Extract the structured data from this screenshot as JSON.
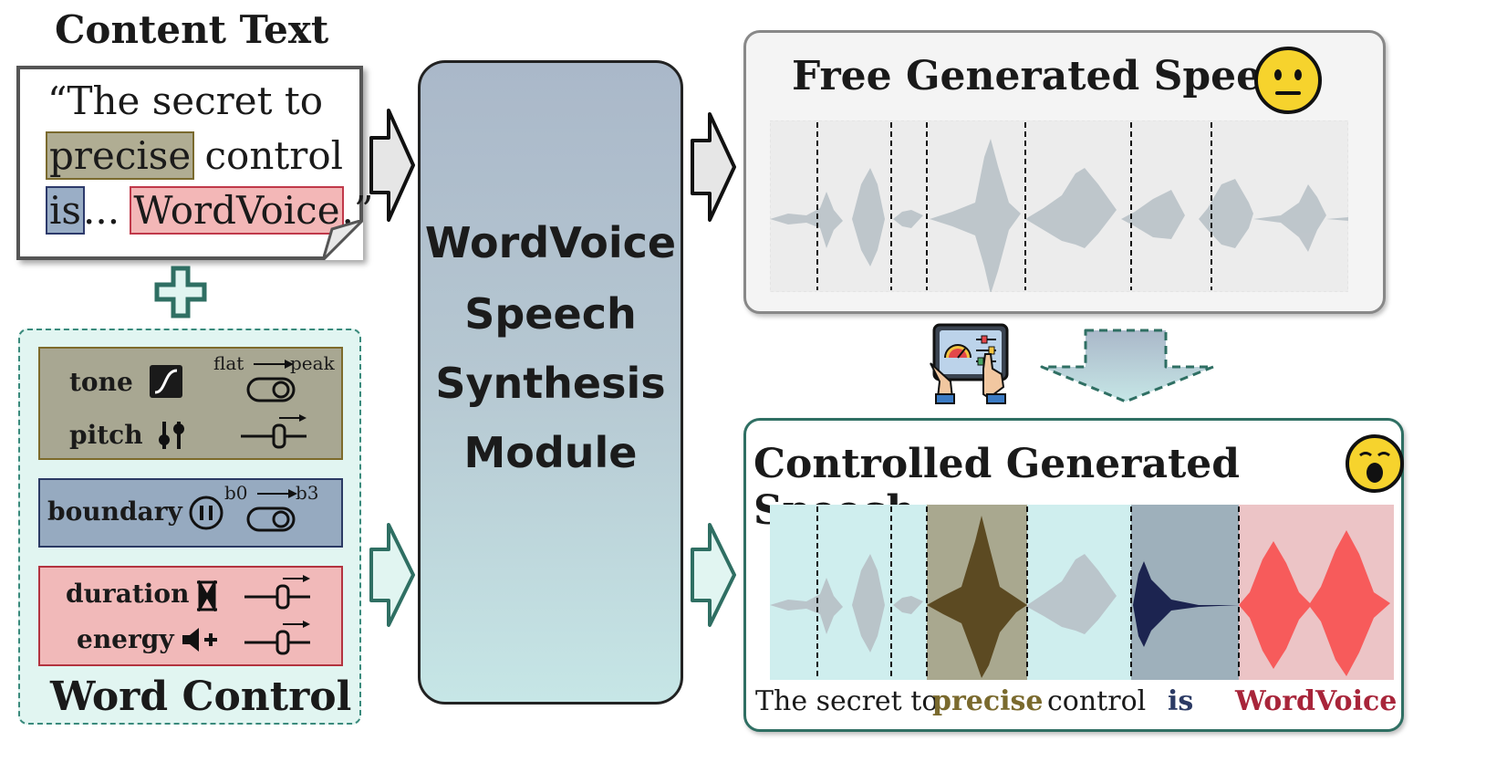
{
  "content_text": {
    "title": "Content Text",
    "line1": "“The  secret  to",
    "word_precise": "precise",
    "word_control": " control",
    "word_is": "is",
    "ellipsis": "... ",
    "word_wordvoice": "WordVoice",
    "end_quote": ".”"
  },
  "word_control": {
    "title": "Word Control",
    "tone": "tone",
    "pitch": "pitch",
    "boundary": "boundary",
    "duration": "duration",
    "energy": "energy",
    "flat": "flat",
    "peak": "peak",
    "b0": "b0",
    "b3": "b3"
  },
  "synthesis_module": {
    "line1": "WordVoice",
    "line2": "Speech",
    "line3": "Synthesis",
    "line4": "Module"
  },
  "free_speech": {
    "title": "Free Generated Speech"
  },
  "controlled_speech": {
    "title": "Controlled Generated Speech",
    "words": {
      "the_secret_to": "The secret to",
      "precise": "precise",
      "control": "control",
      "is": "is",
      "wordvoice": "WordVoice"
    }
  },
  "colors": {
    "olive": "#7a6a2e",
    "navy": "#2b3a64",
    "crimson": "#a8253a",
    "teal": "#2f6f63",
    "waveform_gray": "#b7c0c6",
    "waveform_red": "#f75b5b"
  }
}
